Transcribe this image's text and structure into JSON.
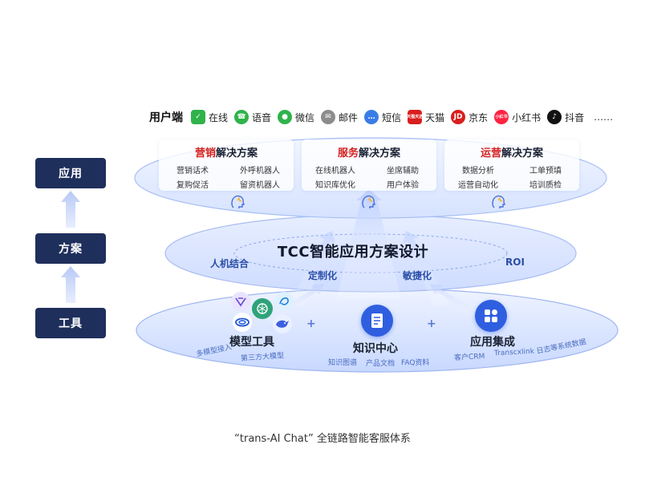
{
  "left_column": {
    "app": "应用",
    "solution": "方案",
    "tool": "工具"
  },
  "channels": {
    "title": "用户端",
    "items": [
      {
        "label": "在线",
        "color": "#2fb34a",
        "glyph": "✓"
      },
      {
        "label": "语音",
        "color": "#2fb34a",
        "glyph": "☎"
      },
      {
        "label": "微信",
        "color": "#2fb34a",
        "glyph": "●"
      },
      {
        "label": "邮件",
        "color": "#8c8c8c",
        "glyph": "✉"
      },
      {
        "label": "短信",
        "color": "#3a7ce6",
        "glyph": "…"
      },
      {
        "label": "天猫",
        "color": "#d81e1e",
        "glyph": "天猫天选"
      },
      {
        "label": "京东",
        "color": "#d81e1e",
        "glyph": "JD"
      },
      {
        "label": "小红书",
        "color": "#ff2442",
        "glyph": "小红书"
      },
      {
        "label": "抖音",
        "color": "#111111",
        "glyph": "♪"
      }
    ],
    "more": "……"
  },
  "solutions": [
    {
      "highlight": "营销",
      "rest": "解决方案",
      "items": [
        "营销话术",
        "外呼机器人",
        "复购促活",
        "留资机器人"
      ]
    },
    {
      "highlight": "服务",
      "rest": "解决方案",
      "items": [
        "在线机器人",
        "坐席辅助",
        "知识库优化",
        "用户体验"
      ]
    },
    {
      "highlight": "运营",
      "rest": "解决方案",
      "items": [
        "数据分析",
        "工单预填",
        "运营自动化",
        "培训质检"
      ]
    }
  ],
  "center": {
    "title": "TCC智能应用方案设计",
    "keywords": [
      "人机结合",
      "定制化",
      "敏捷化",
      "ROI"
    ]
  },
  "tools": {
    "model": {
      "title": "模型工具",
      "subs": [
        "多模型接入",
        "第三方大模型"
      ]
    },
    "knowledge": {
      "title": "知识中心",
      "subs": [
        "知识图谱",
        "产品文档",
        "FAQ资料"
      ]
    },
    "integration": {
      "title": "应用集成",
      "subs": [
        "客户CRM",
        "Transcxlink",
        "日志等系统数据"
      ]
    },
    "plus": "+"
  },
  "caption": "“trans-AI Chat” 全链路智能客服体系",
  "colors": {
    "navy": "#1f2f5c",
    "accent_red": "#d42020",
    "brand_blue": "#2f5fe0"
  }
}
